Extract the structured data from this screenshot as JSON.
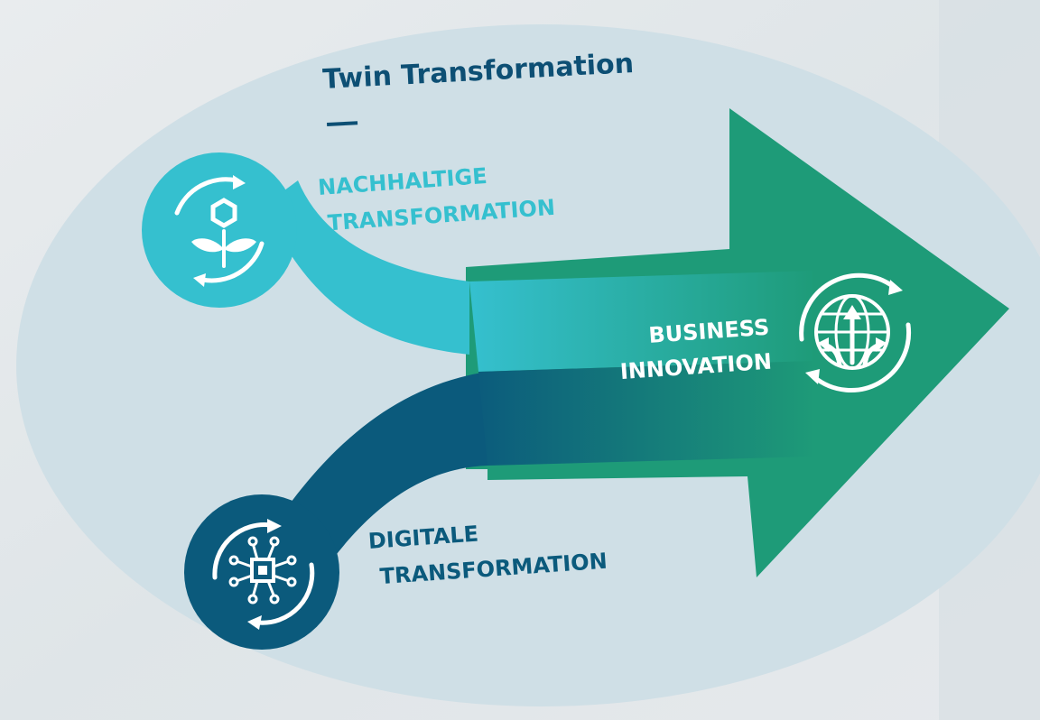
{
  "diagram": {
    "title": "Twin Transformation",
    "nodes": {
      "sustainable": {
        "line1": "NACHHALTIGE",
        "line2": "TRANSFORMATION",
        "icon": "plant-hexagon-cycle-icon"
      },
      "digital": {
        "line1": "DIGITALE",
        "line2": "TRANSFORMATION",
        "icon": "chip-circuit-cycle-icon"
      },
      "business": {
        "line1": "BUSINESS",
        "line2": "INNOVATION",
        "icon": "globe-arrows-cycle-icon"
      }
    },
    "colors": {
      "oval": "#cfdfe6",
      "sustainable": "#35c0cf",
      "digital": "#0b5a7c",
      "arrow": "#1e9b78",
      "title": "#0d4f74"
    }
  }
}
